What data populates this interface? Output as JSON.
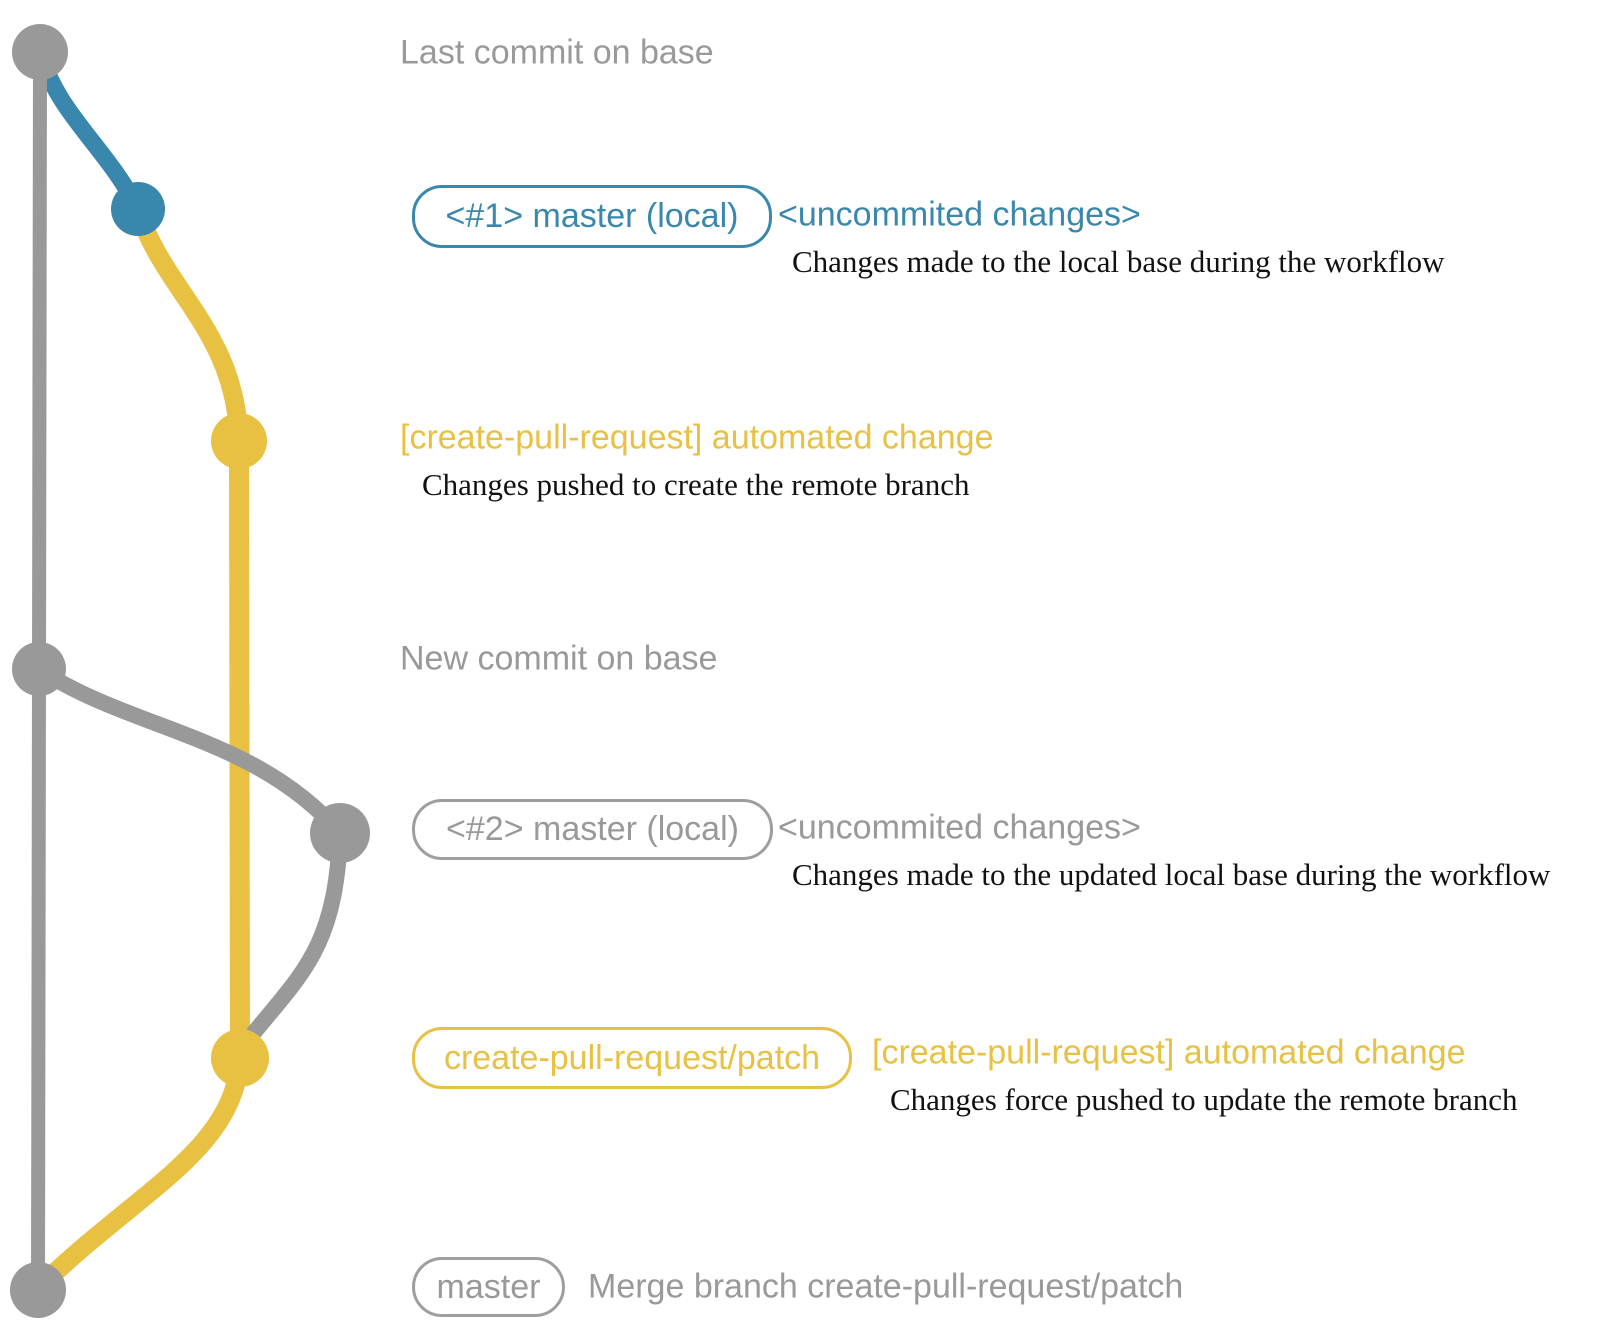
{
  "colors": {
    "gray": "#999999",
    "blue": "#3a87ad",
    "yellow": "#e8c142",
    "description": "#111111"
  },
  "rows": {
    "last_commit": {
      "message": "Last commit on base"
    },
    "uncommitted1": {
      "branch_label": "<#1> master (local)",
      "message": "<uncommited changes>",
      "description": "Changes made to the local base during the workflow"
    },
    "push1": {
      "message": "[create-pull-request] automated change",
      "description": "Changes pushed to create the remote branch"
    },
    "new_commit": {
      "message": "New commit on base"
    },
    "uncommitted2": {
      "branch_label": "<#2> master (local)",
      "message": "<uncommited changes>",
      "description": "Changes made to the updated local base during the workflow"
    },
    "push2": {
      "branch_label": "create-pull-request/patch",
      "message": "[create-pull-request] automated change",
      "description": "Changes force pushed to update the remote branch"
    },
    "merge": {
      "branch_label": "master",
      "message": "Merge branch create-pull-request/patch"
    }
  }
}
